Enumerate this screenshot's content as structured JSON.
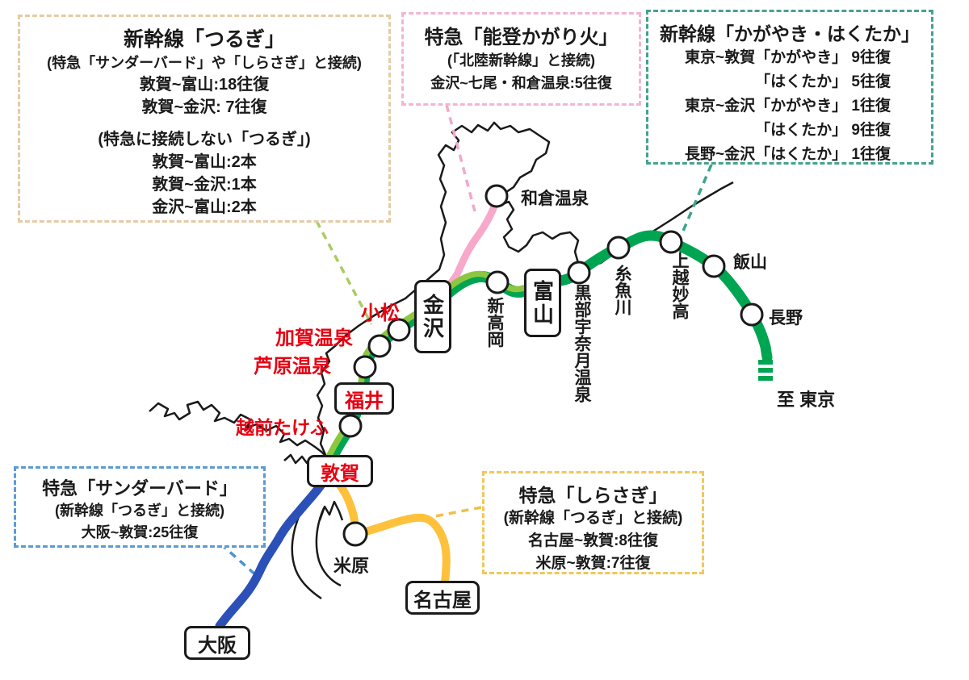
{
  "colors": {
    "shinkansen_green": "#00A551",
    "tsurugi_light_green": "#8DC63F",
    "noto_pink": "#F7A8CB",
    "thunderbird_blue": "#2B50B8",
    "shirasagi_yellow": "#FDC13C",
    "station_red": "#E60012",
    "coast_black": "#1A1A1A"
  },
  "boxes": {
    "tsurugi": {
      "title": "新幹線「つるぎ」",
      "lines": [
        "(特急「サンダーバード」や「しらさぎ」と接続)",
        "敦賀~富山:18往復",
        "敦賀~金沢: 7往復",
        "(特急に接続しない「つるぎ」)",
        "敦賀~富山:2本",
        "敦賀~金沢:1本",
        "金沢~富山:2本"
      ]
    },
    "noto": {
      "title": "特急「能登かがり火」",
      "lines": [
        "(「北陸新幹線」と接続)",
        "金沢~七尾・和倉温泉:5往復"
      ]
    },
    "kagayaki": {
      "title": "新幹線「かがやき・はくたか」",
      "lines": [
        "東京~敦賀「かがやき」 9往復",
        "「はくたか」 5往復",
        "東京~金沢「かがやき」 1往復",
        "「はくたか」 9往復",
        "長野~金沢「はくたか」 1往復"
      ]
    },
    "thunderbird": {
      "title": "特急「サンダーバード」",
      "lines": [
        "(新幹線「つるぎ」と接続)",
        "大阪~敦賀:25往復"
      ]
    },
    "shirasagi": {
      "title": "特急「しらさぎ」",
      "lines": [
        "(新幹線「つるぎ」と接続)",
        "名古屋~敦賀:8往復",
        "米原~敦賀:7往復"
      ]
    }
  },
  "stations": {
    "kanazawa": "金沢",
    "toyama": "富山",
    "fukui": "福井",
    "tsuruga": "敦賀",
    "osaka": "大阪",
    "nagoya": "名古屋",
    "komatsu": "小松",
    "kaga_onsen": "加賀温泉",
    "awara_onsen": "芦原温泉",
    "echizen_takefu": "越前たけふ",
    "shin_takaoka": "新高岡",
    "kurobe_unazuki_onsen": "黒部宇奈月温泉",
    "itoigawa": "糸魚川",
    "joetsu_myoko": "上越妙高",
    "iiyama": "飯山",
    "nagano": "長野",
    "wakura_onsen": "和倉温泉",
    "maibara": "米原"
  },
  "to_tokyo": "至 東京"
}
